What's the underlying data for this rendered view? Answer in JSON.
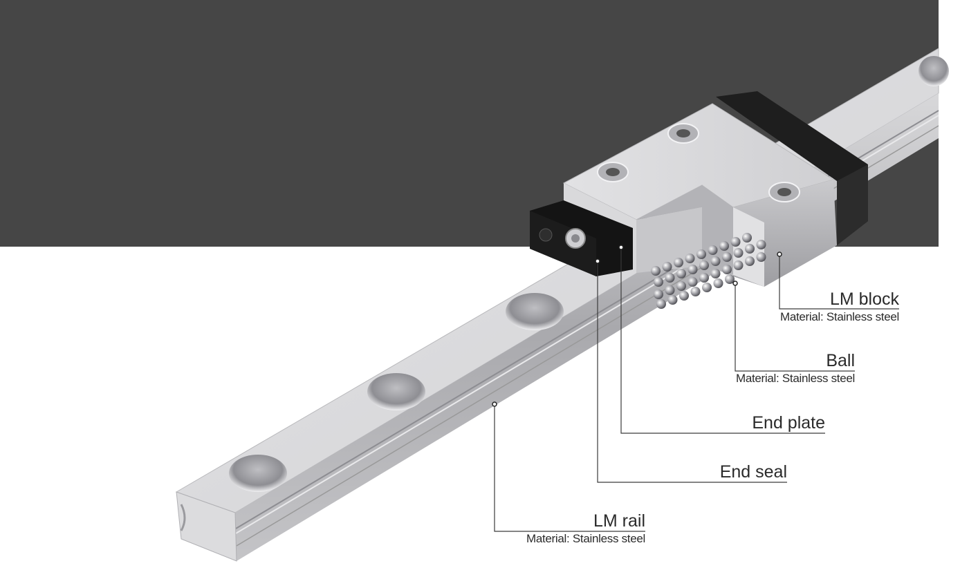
{
  "callouts": {
    "lm_block": {
      "name": "LM block",
      "material": "Material: Stainless steel"
    },
    "ball": {
      "name": "Ball",
      "material": "Material: Stainless steel"
    },
    "end_plate": {
      "name": "End plate"
    },
    "end_seal": {
      "name": "End seal"
    },
    "lm_rail": {
      "name": "LM rail",
      "material": "Material: Stainless steel"
    }
  },
  "colors": {
    "background_dark": "#464646",
    "background_light": "#ffffff",
    "rail_metal": "#c9c9cb",
    "block_metal": "#d3d3d5",
    "seal_black": "#1b1b1b",
    "leader_line": "#3a3a3a"
  }
}
